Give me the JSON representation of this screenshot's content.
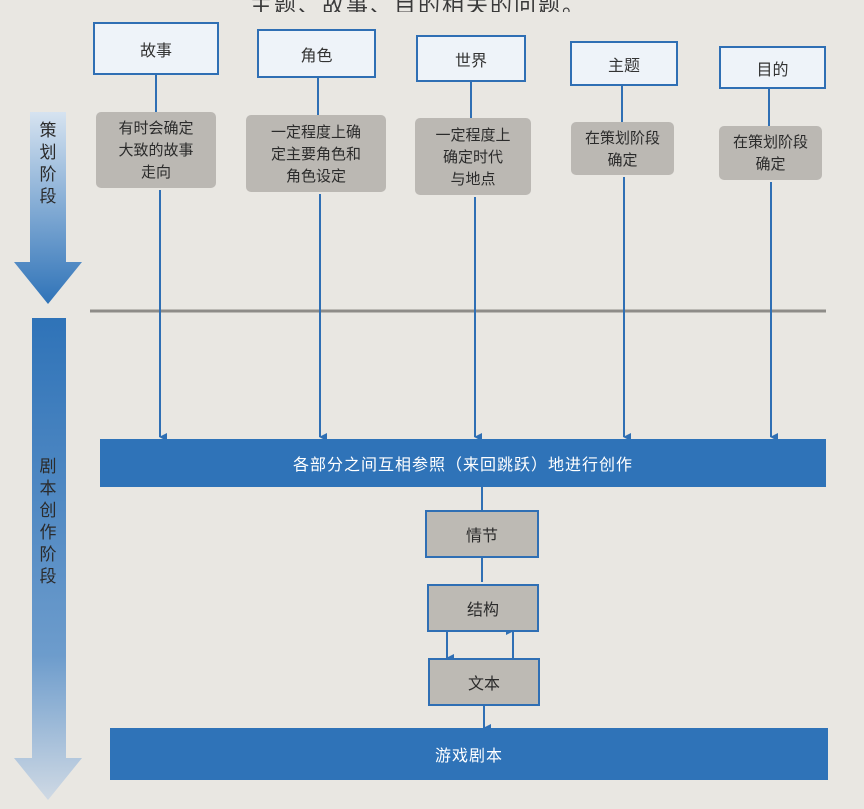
{
  "top_text": "主题、故事、目的相关的问题。",
  "phases": {
    "planning": "策\n划\n阶\n段",
    "writing": "剧\n本\n创\n作\n阶\n段"
  },
  "columns": [
    {
      "title": "故事",
      "desc": "有时会确定\n大致的故事\n走向"
    },
    {
      "title": "角色",
      "desc": "一定程度上确\n定主要角色和\n角色设定"
    },
    {
      "title": "世界",
      "desc": "一定程度上\n确定时代\n与地点"
    },
    {
      "title": "主题",
      "desc": "在策划阶段\n确定"
    },
    {
      "title": "目的",
      "desc": "在策划阶段\n确定"
    }
  ],
  "band_label": "各部分之间互相参照（来回跳跃）地进行创作",
  "process": {
    "plot": "情节",
    "structure": "结构",
    "text": "文本"
  },
  "final_label": "游戏剧本",
  "colors": {
    "accent_blue": "#2f73b8",
    "gray_box": "#bbb8b3",
    "divider": "#8e8c88",
    "background": "#e9e7e2"
  }
}
